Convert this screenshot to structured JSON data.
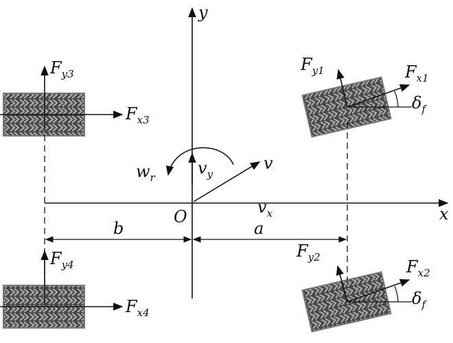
{
  "axes": {
    "x": "x",
    "y": "y",
    "origin": "O"
  },
  "velocities": {
    "v": "v",
    "vx_main": "v",
    "vx_sub": "x",
    "vy_main": "v",
    "vy_sub": "y"
  },
  "yaw": {
    "main": "w",
    "sub": "r"
  },
  "dimensions": {
    "a": "a",
    "b": "b"
  },
  "forces": {
    "fx1": {
      "main": "F",
      "sub": "x1"
    },
    "fy1": {
      "main": "F",
      "sub": "y1"
    },
    "fx2": {
      "main": "F",
      "sub": "x2"
    },
    "fy2": {
      "main": "F",
      "sub": "y2"
    },
    "fx3": {
      "main": "F",
      "sub": "x3"
    },
    "fy3": {
      "main": "F",
      "sub": "y3"
    },
    "fx4": {
      "main": "F",
      "sub": "x4"
    },
    "fy4": {
      "main": "F",
      "sub": "y4"
    }
  },
  "steer_angle_1": {
    "main": "δ",
    "sub": "f"
  },
  "steer_angle_2": {
    "main": "δ",
    "sub": "f"
  },
  "colors": {
    "ink": "#111111",
    "tire_dark": "#3a3a3a",
    "tire_light": "#9a9a9a"
  }
}
